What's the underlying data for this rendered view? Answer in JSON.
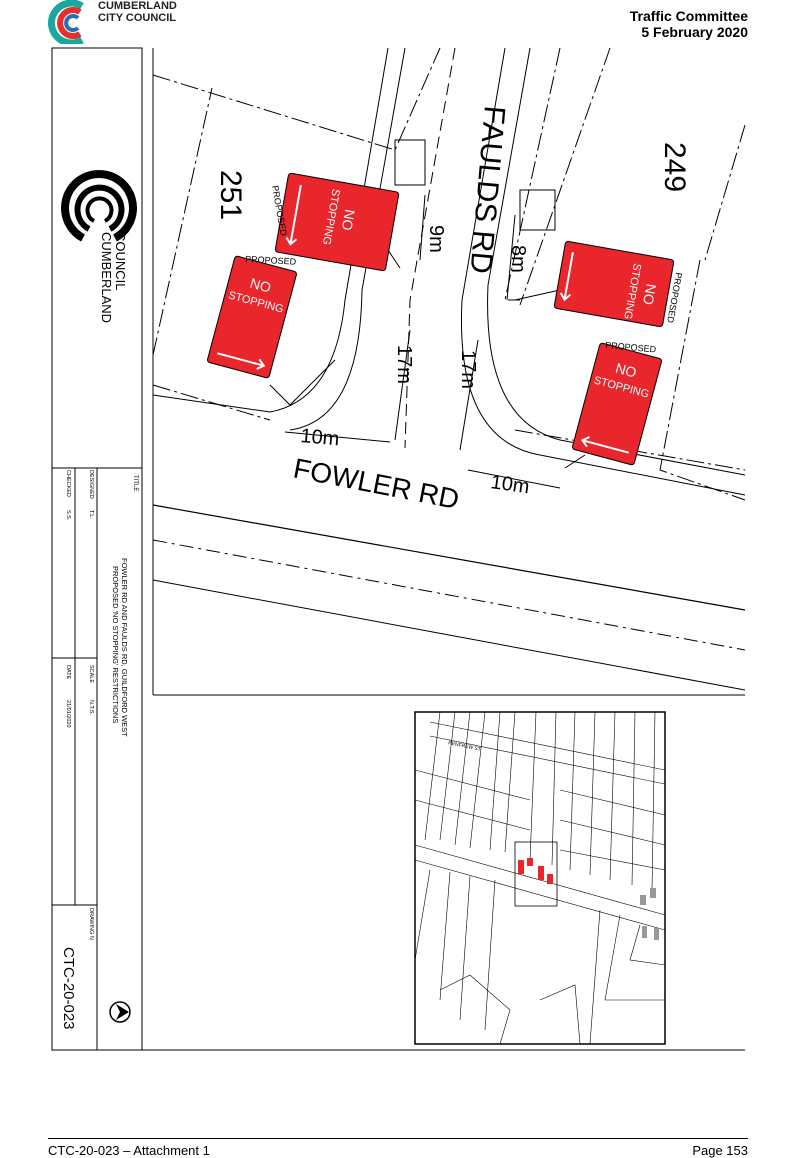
{
  "header": {
    "council_line1": "CUMBERLAND",
    "council_line2": "CITY COUNCIL",
    "committee": "Traffic Committee",
    "date": "5 February 2020"
  },
  "plan": {
    "road_vertical": "FAULDS RD",
    "road_horizontal": "FOWLER RD",
    "lot_left": "251",
    "lot_right": "249",
    "dim_9m": "9m",
    "dim_8m": "8m",
    "dim_17m_left": "17m",
    "dim_17m_right": "17m",
    "dim_10m_left": "10m",
    "dim_10m_right": "10m",
    "sign_proposed": "PROPOSED",
    "sign_no": "NO",
    "sign_stopping": "STOPPING"
  },
  "title_block": {
    "logo_line1": "CUMBERLAND",
    "logo_line2": "COUNCIL",
    "title_label": "TITLE",
    "title_line1": "FOWLER RD AND FAULDS RD, GUILDFORD WEST",
    "title_line2": "PROPOSED 'NO STOPPING' RESTRICTIONS",
    "designed_label": "DESIGNED",
    "designed_value": "T.L.",
    "checked_label": "CHECKED",
    "checked_value": "S.S.",
    "scale_label": "SCALE",
    "scale_value": "N.T.S.",
    "date_label": "DATE",
    "date_value": "21/01/2020",
    "drawing_label": "DRAWING N",
    "drawing_value": "CTC-20-023"
  },
  "locality": {
    "street": "RENFREW ST"
  },
  "colors": {
    "sign_red": "#e8262b",
    "logo_teal": "#1aa7a0",
    "logo_red": "#e4312b"
  },
  "footer": {
    "attachment": "CTC-20-023 – Attachment 1",
    "page": "Page 153"
  }
}
